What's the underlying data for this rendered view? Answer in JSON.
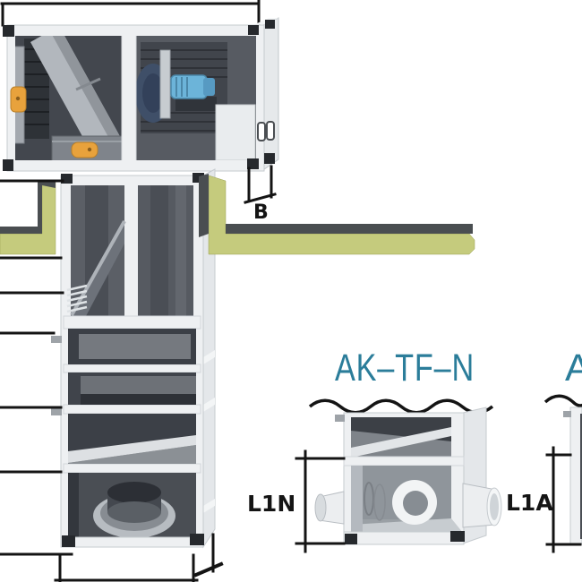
{
  "diagram": {
    "type": "technical-cutaway-diagram",
    "main_unit": {
      "depth_dim_label": "B"
    },
    "unit_tfn": {
      "title": "AK–TF–N",
      "height_dim_label": "L1N"
    },
    "unit_right_partial": {
      "title_partial": "A",
      "height_dim_label": "L1A"
    },
    "colors": {
      "label_teal": "#2b7d9a",
      "dim_black": "#141414",
      "slab_yellow_green": "#c5cb7d",
      "slab_edge_dark": "#4a4e51",
      "handle_orange": "#e8a23c",
      "motor_blue": "#6cb4d9",
      "frame_white": "#eef0f2",
      "interior_dark": "#43474e"
    }
  }
}
